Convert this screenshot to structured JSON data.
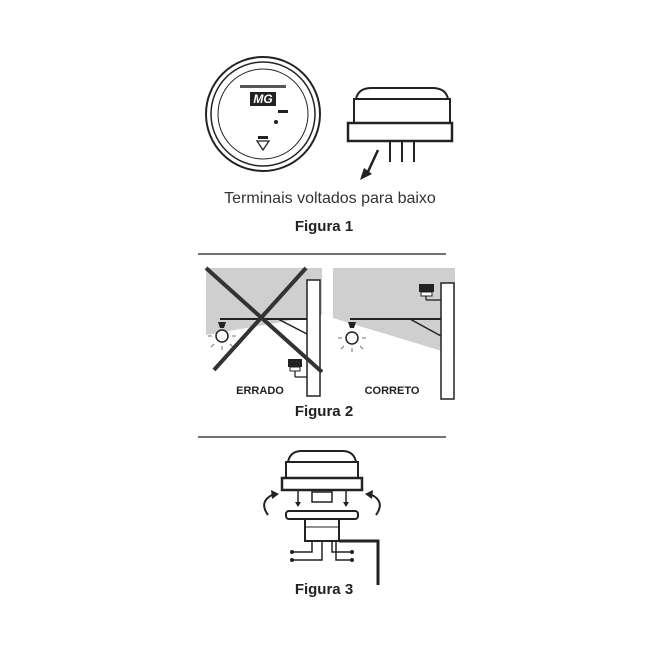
{
  "figure1": {
    "brand": "MG",
    "note": "Terminais voltados para baixo",
    "caption": "Figura 1"
  },
  "figure2": {
    "wrong_label": "ERRADO",
    "right_label": "CORRETO",
    "caption": "Figura 2"
  },
  "figure3": {
    "caption": "Figura 3"
  },
  "colors": {
    "ink": "#222222",
    "sky_shade": "#cfcfcf"
  }
}
